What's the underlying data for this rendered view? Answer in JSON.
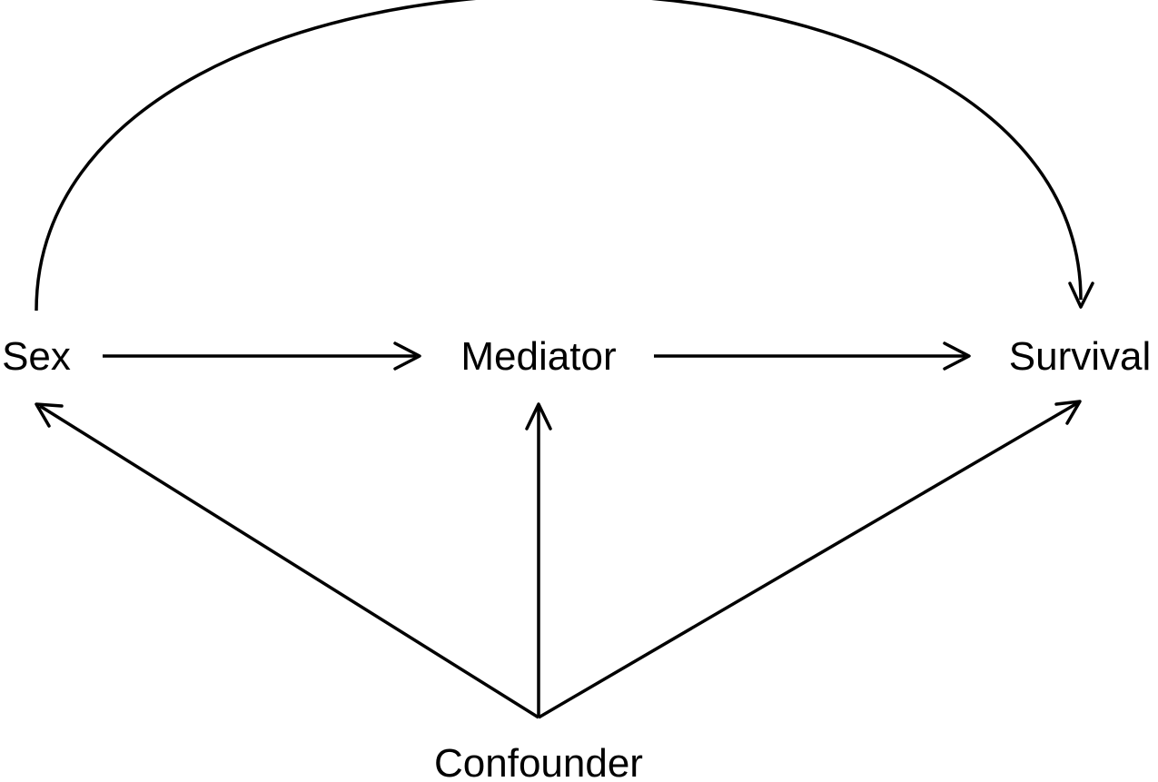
{
  "diagram": {
    "type": "directed-graph",
    "nodes": {
      "sex": {
        "label": "Sex"
      },
      "mediator": {
        "label": "Mediator"
      },
      "survival": {
        "label": "Survival"
      },
      "confounder": {
        "label": "Confounder"
      }
    },
    "edges": [
      {
        "from": "Sex",
        "to": "Mediator",
        "style": "straight"
      },
      {
        "from": "Mediator",
        "to": "Survival",
        "style": "straight"
      },
      {
        "from": "Sex",
        "to": "Survival",
        "style": "curved-arc"
      },
      {
        "from": "Confounder",
        "to": "Sex",
        "style": "straight"
      },
      {
        "from": "Confounder",
        "to": "Mediator",
        "style": "straight"
      },
      {
        "from": "Confounder",
        "to": "Survival",
        "style": "straight"
      }
    ],
    "colors": {
      "line": "#000000",
      "text": "#000000",
      "background": "#ffffff"
    }
  }
}
